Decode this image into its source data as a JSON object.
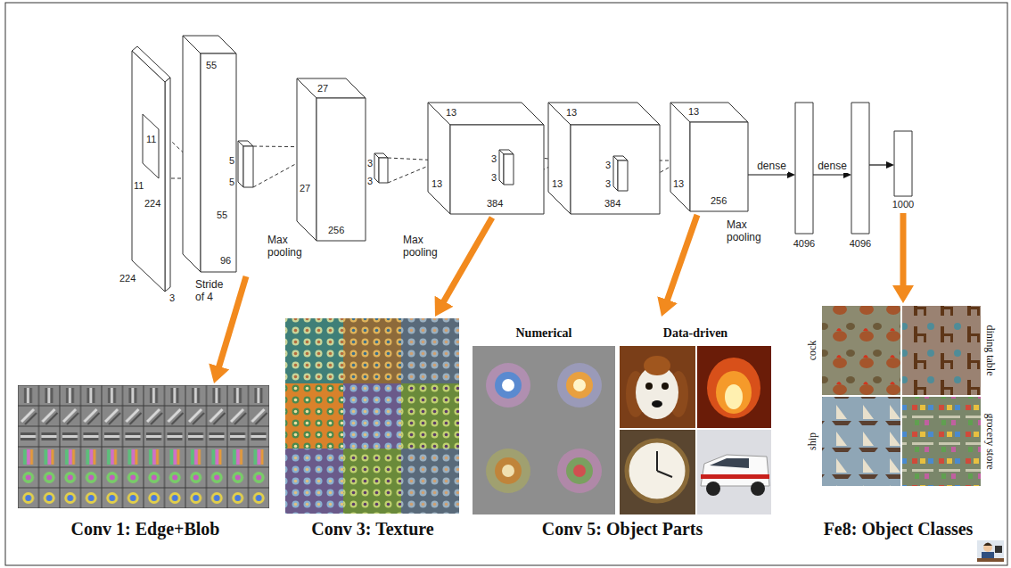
{
  "diagram": {
    "nodes": [
      {
        "text": [
          "11",
          "11",
          "224",
          "224",
          "3"
        ]
      },
      {
        "text": [
          "55",
          "5",
          "5",
          "55",
          "96"
        ]
      },
      {
        "text": [
          "27",
          "27",
          "3",
          "3",
          "256"
        ]
      },
      {
        "text": [
          "13",
          "13",
          "3",
          "3",
          "384"
        ]
      },
      {
        "text": [
          "13",
          "13",
          "3",
          "3",
          "384"
        ]
      },
      {
        "text": [
          "13",
          "13",
          "256"
        ]
      },
      {
        "text": [
          "4096"
        ]
      },
      {
        "text": [
          "4096"
        ]
      },
      {
        "text": [
          "1000"
        ]
      },
      {
        "text": [
          "Conv 1: Edge+Blob"
        ]
      },
      {
        "text": [
          "Conv 3: Texture"
        ]
      },
      {
        "text": [
          "Numerical",
          "Data-driven",
          "Conv 5: Object Parts"
        ]
      },
      {
        "text": [
          "cock",
          "dining table",
          "ship",
          "grocery store",
          "Fe8: Object Classes"
        ]
      }
    ],
    "edges": [
      {
        "from": 0,
        "to": 1,
        "arrow": "none"
      },
      {
        "from": 1,
        "to": 2,
        "arrow": "none"
      },
      {
        "from": 2,
        "to": 3,
        "arrow": "none"
      },
      {
        "from": 3,
        "to": 4,
        "arrow": "none"
      },
      {
        "from": 4,
        "to": 5,
        "arrow": "none"
      },
      {
        "from": 5,
        "to": 6,
        "label": "dense",
        "arrow": "to"
      },
      {
        "from": 6,
        "to": 7,
        "label": "dense",
        "arrow": "to"
      },
      {
        "from": 7,
        "to": 8,
        "arrow": "to"
      },
      {
        "from": 1,
        "to": 9,
        "arrow": "to"
      },
      {
        "from": 3,
        "to": 10,
        "arrow": "to"
      },
      {
        "from": 5,
        "to": 11,
        "arrow": "to"
      },
      {
        "from": 8,
        "to": 12,
        "arrow": "to"
      }
    ],
    "labels": [
      "Stride of 4",
      "Max pooling",
      "Max pooling",
      "Max pooling"
    ]
  }
}
